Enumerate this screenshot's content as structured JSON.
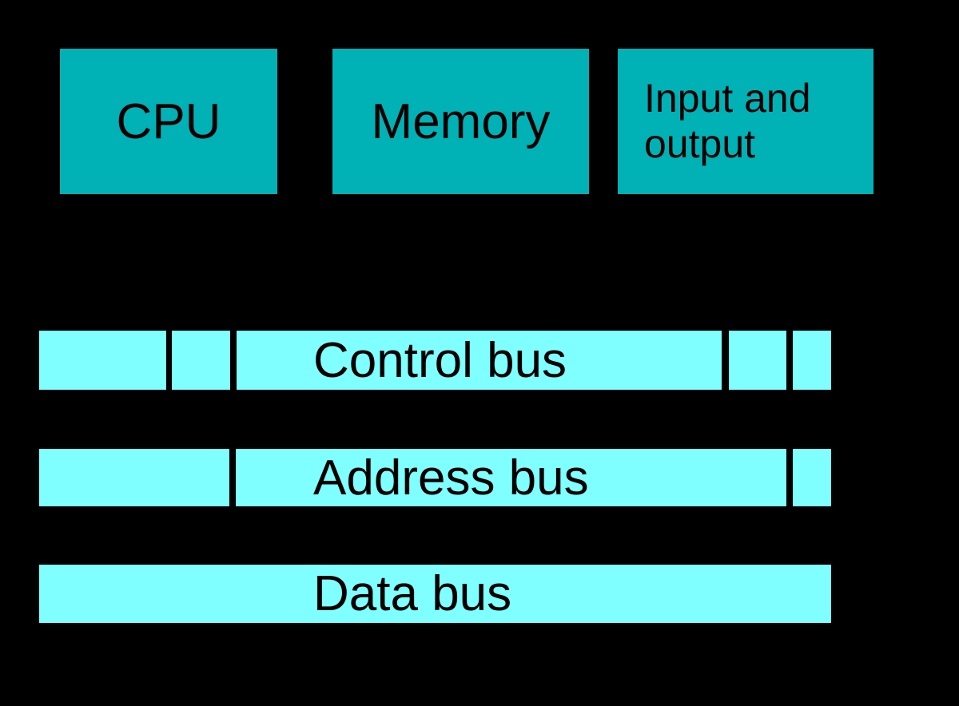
{
  "diagram": {
    "name": "computer-system-bus-diagram",
    "boxes": [
      {
        "id": "cpu",
        "label": "CPU"
      },
      {
        "id": "memory",
        "label": "Memory"
      },
      {
        "id": "io",
        "label": "Input and output",
        "lines": [
          "Input and",
          "output"
        ]
      }
    ],
    "buses": [
      {
        "id": "control",
        "label": "Control bus"
      },
      {
        "id": "address",
        "label": "Address bus"
      },
      {
        "id": "data",
        "label": "Data bus"
      }
    ]
  },
  "colors": {
    "background": "#000000",
    "box_fill": "#00B1B6",
    "bus_fill": "#7FFFFF",
    "text": "#000000"
  }
}
